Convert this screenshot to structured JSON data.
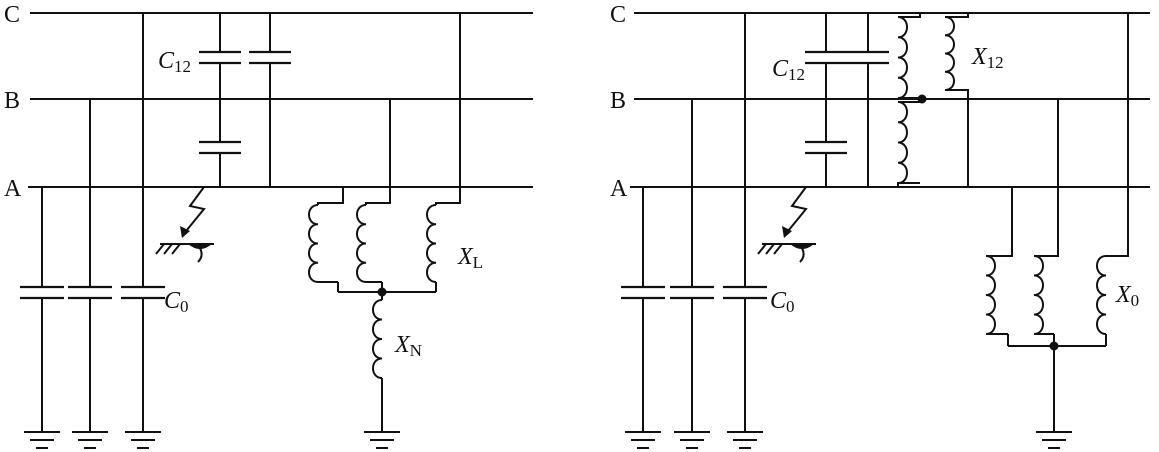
{
  "left": {
    "bus_c": "C",
    "bus_b": "B",
    "bus_a": "A",
    "label_c12": "C",
    "label_c12_sub": "12",
    "label_c0": "C",
    "label_c0_sub": "0",
    "label_xl": "X",
    "label_xl_sub": "L",
    "label_xn": "X",
    "label_xn_sub": "N"
  },
  "right": {
    "bus_c": "C",
    "bus_b": "B",
    "bus_a": "A",
    "label_c12": "C",
    "label_c12_sub": "12",
    "label_c0": "C",
    "label_c0_sub": "0",
    "label_x12": "X",
    "label_x12_sub": "12",
    "label_x0": "X",
    "label_x0_sub": "0"
  }
}
